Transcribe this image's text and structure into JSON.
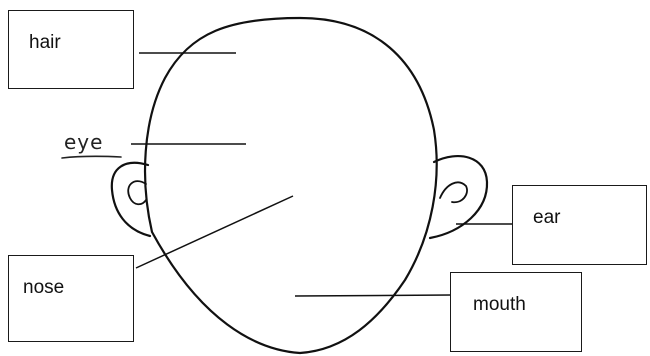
{
  "labels": {
    "hair": "hair",
    "eye": "eye",
    "nose": "nose",
    "ear": "ear",
    "mouth": "mouth"
  },
  "colors": {
    "ink": "#111111",
    "paper": "#ffffff"
  }
}
